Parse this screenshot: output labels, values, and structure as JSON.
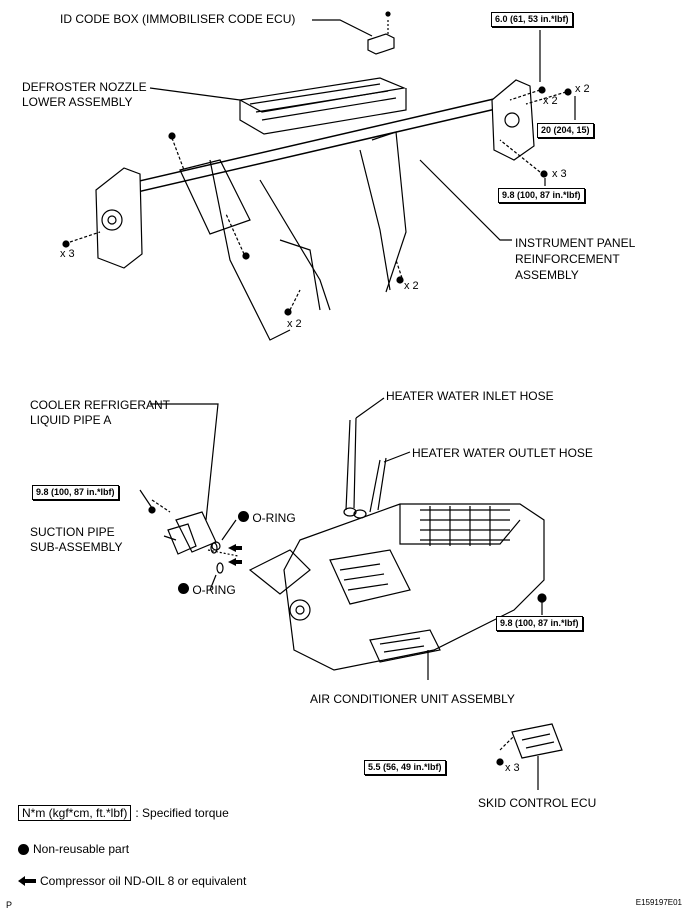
{
  "labels": {
    "id_code_box": "ID CODE BOX (IMMOBILISER CODE ECU)",
    "defroster_line1": "DEFROSTER NOZZLE",
    "defroster_line2": "LOWER ASSEMBLY",
    "ip_line1": "INSTRUMENT PANEL",
    "ip_line2": "REINFORCEMENT",
    "ip_line3": "ASSEMBLY",
    "cooler_line1": "COOLER REFRIGERANT",
    "cooler_line2": "LIQUID PIPE A",
    "heater_inlet": "HEATER WATER INLET HOSE",
    "heater_outlet": "HEATER WATER OUTLET HOSE",
    "suction_line1": "SUCTION PIPE",
    "suction_line2": "SUB-ASSEMBLY",
    "oring_top": "O-RING",
    "oring_bottom": "O-RING",
    "ac_unit": "AIR CONDITIONER UNIT ASSEMBLY",
    "skid_ecu": "SKID CONTROL ECU"
  },
  "torques": {
    "t1": "6.0 (61, 53 in.*lbf)",
    "t2": "20 (204, 15)",
    "t3": "9.8 (100, 87 in.*lbf)",
    "t4": "9.8 (100, 87 in.*lbf)",
    "t5": "9.8 (100, 87 in.*lbf)",
    "t6": "5.5 (56, 49 in.*lbf)"
  },
  "counts": {
    "c1": "x 2",
    "c2": "x 2",
    "c3": "x 3",
    "c4": "x 3",
    "c5": "x 2",
    "c6": "x 2",
    "c7": "x 3"
  },
  "legend": {
    "torque_box": "N*m (kgf*cm, ft.*lbf)",
    "torque_text": ": Specified torque",
    "nonreusable": "Non-reusable part",
    "compressor_oil": "Compressor oil ND-OIL 8 or equivalent"
  },
  "footer": {
    "left": "P",
    "right": "E159197E01"
  }
}
